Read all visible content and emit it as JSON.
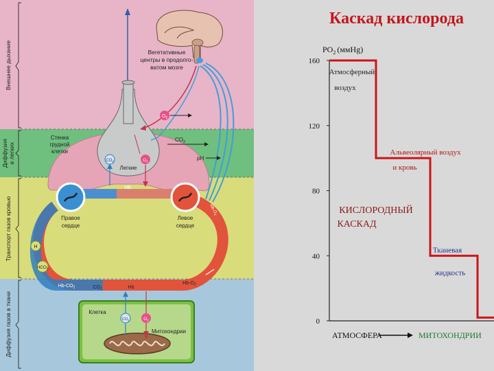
{
  "left_diagram": {
    "zones": [
      {
        "label": "Внешнее дыхание",
        "color": "#e8b4c8"
      },
      {
        "label": "Диффузия в легких",
        "color": "#6fbf7f"
      },
      {
        "label": "Транспорт газов кровью",
        "color": "#d9dc7a"
      },
      {
        "label": "Диффузия газов в ткани",
        "color": "#a7c8dc"
      }
    ],
    "brain_label": [
      "Вегетативные",
      "центры в продолго-",
      "ватом мозге"
    ],
    "chest_wall_label": [
      "Стенка",
      "грудной",
      "клетки"
    ],
    "lungs_label": "Легкие",
    "right_heart_label": [
      "Правое",
      "сердце"
    ],
    "left_heart_label": [
      "Левое",
      "сердце"
    ],
    "cell_label": "Клетка",
    "mitochondria_label": "Митохондрии",
    "gas_labels": {
      "o2": "O",
      "o2_sub": "2",
      "co2": "CO",
      "co2_sub": "2",
      "ph": "pH",
      "hb": "Hb",
      "hbo2": "Hb-O",
      "hbo2_sub": "2",
      "hbco2": "Hb-CO",
      "hbco2_sub": "2",
      "h_plus": "H",
      "hco3": "HCO",
      "hco3_sub": "3"
    }
  },
  "chart_data": {
    "type": "line",
    "title": "Каскад кислорода",
    "ylabel": "PO",
    "ylabel_sub": "2",
    "ylabel_unit": "(ммHg)",
    "yticks": [
      0,
      40,
      80,
      120,
      160
    ],
    "ylim": [
      0,
      160
    ],
    "x_start_label": "АТМОСФЕРА",
    "x_end_label": "МИТОХОНДРИИ",
    "center_label": [
      "КИСЛОРОДНЫЙ",
      "КАСКАД"
    ],
    "steps": [
      {
        "label": [
          "Атмосферный",
          "воздух"
        ],
        "y": 160,
        "color": "#222222"
      },
      {
        "label": [
          "Альвеолярный воздух",
          "и  кровь"
        ],
        "y": 100,
        "color": "#b0181c"
      },
      {
        "label": [
          "Тканевая",
          "жидкость"
        ],
        "y": 40,
        "color": "#1f2a8a"
      },
      {
        "label": [],
        "y": 2,
        "color": "#222222"
      }
    ],
    "line_color": "#cc1418"
  },
  "colors": {
    "background": "#ffffff",
    "right_panel": "#d9d9d9",
    "oxygenated": "#e2533b",
    "deoxygenated": "#2f7fc1",
    "nerve": "#3f9fd8"
  }
}
